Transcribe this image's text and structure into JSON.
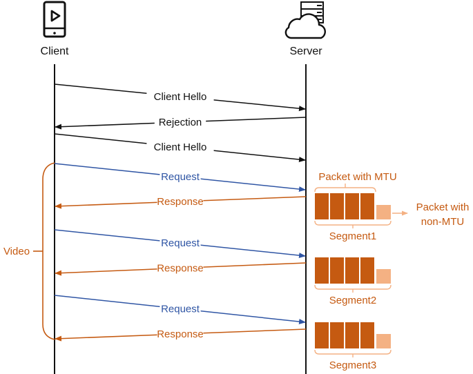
{
  "colors": {
    "black": "#111111",
    "request_blue": "#2f55a4",
    "response_orange": "#c55a11",
    "mtu_packet": "#c55a11",
    "non_mtu_packet": "#f4b183"
  },
  "actors": {
    "client": {
      "label": "Client",
      "icon": "tablet-play-icon"
    },
    "server": {
      "label": "Server",
      "icon": "cloud-server-icon"
    }
  },
  "messages": [
    {
      "label": "Client Hello",
      "direction": "client-to-server",
      "type": "handshake"
    },
    {
      "label": "Rejection",
      "direction": "server-to-client",
      "type": "handshake"
    },
    {
      "label": "Client Hello",
      "direction": "client-to-server",
      "type": "handshake"
    },
    {
      "label": "Request",
      "direction": "client-to-server",
      "type": "request"
    },
    {
      "label": "Response",
      "direction": "server-to-client",
      "type": "response"
    },
    {
      "label": "Request",
      "direction": "client-to-server",
      "type": "request"
    },
    {
      "label": "Response",
      "direction": "server-to-client",
      "type": "response"
    },
    {
      "label": "Request",
      "direction": "client-to-server",
      "type": "request"
    },
    {
      "label": "Response",
      "direction": "server-to-client",
      "type": "response"
    }
  ],
  "video_group": {
    "label": "Video"
  },
  "segments": [
    {
      "label": "Segment1",
      "mtu_packets": 4,
      "non_mtu_packets": 1
    },
    {
      "label": "Segment2",
      "mtu_packets": 4,
      "non_mtu_packets": 1
    },
    {
      "label": "Segment3",
      "mtu_packets": 4,
      "non_mtu_packets": 1
    }
  ],
  "annotations": {
    "packet_with_mtu": "Packet with MTU",
    "packet_non_mtu_line1": "Packet with",
    "packet_non_mtu_line2": "non-MTU"
  }
}
